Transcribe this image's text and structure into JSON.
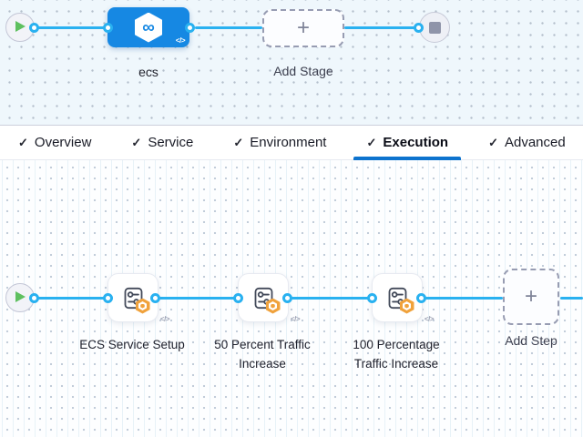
{
  "stage_pipeline": {
    "stage": {
      "name": "ecs"
    },
    "add_stage": {
      "label": "Add Stage"
    }
  },
  "tabs": {
    "items": [
      {
        "label": "Overview",
        "checked": true,
        "active": false
      },
      {
        "label": "Service",
        "checked": true,
        "active": false
      },
      {
        "label": "Environment",
        "checked": true,
        "active": false
      },
      {
        "label": "Execution",
        "checked": true,
        "active": true
      },
      {
        "label": "Advanced",
        "checked": true,
        "active": false
      }
    ]
  },
  "execution": {
    "steps": [
      {
        "name": "ECS Service Setup"
      },
      {
        "name": "50 Percent Traffic Increase"
      },
      {
        "name": "100 Percentage Traffic Increase"
      }
    ],
    "add_step": {
      "label": "Add Step"
    }
  },
  "icons": {
    "check": "✓",
    "plus": "+",
    "code": "</>",
    "infinity": "∞"
  },
  "colors": {
    "connector_blue": "#29B1F0",
    "stage_blue": "#1688E3",
    "tab_underline_blue": "#0D73CE",
    "badge_orange": "#F0A23C",
    "play_green": "#5EC05F",
    "canvas_top_bg": "#EFF7FC",
    "canvas_bottom_bg": "#FDFEFF"
  }
}
